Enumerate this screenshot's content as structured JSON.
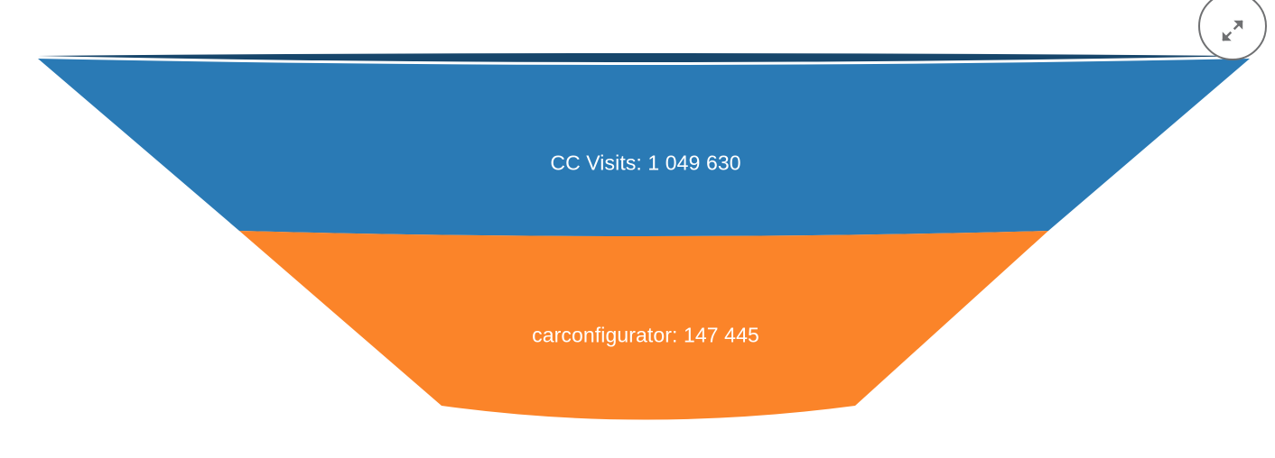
{
  "chart_data": {
    "type": "funnel",
    "title": "",
    "categories": [
      "CC Visits",
      "carconfigurator"
    ],
    "values": [
      1049630,
      147445
    ],
    "value_labels": [
      "1 049 630",
      "147 445"
    ],
    "segments": [
      {
        "name": "CC Visits",
        "value": 1049630,
        "value_label": "1 049 630",
        "label": "CC Visits: 1 049 630",
        "color": "#2a7ab5",
        "top_color": "#17466b"
      },
      {
        "name": "carconfigurator",
        "value": 147445,
        "value_label": "147 445",
        "label": "carconfigurator: 147 445",
        "color": "#fb8429",
        "top_color": "#fb8429"
      }
    ],
    "label_color": "#ffffff",
    "background": "#ffffff",
    "legend": "none",
    "grid": false,
    "style_3d": true
  },
  "toolbar": {
    "expand_button": {
      "name": "expand",
      "icon": "expand-arrows-icon",
      "border_color": "#6f7072",
      "icon_color": "#6f7072"
    }
  }
}
